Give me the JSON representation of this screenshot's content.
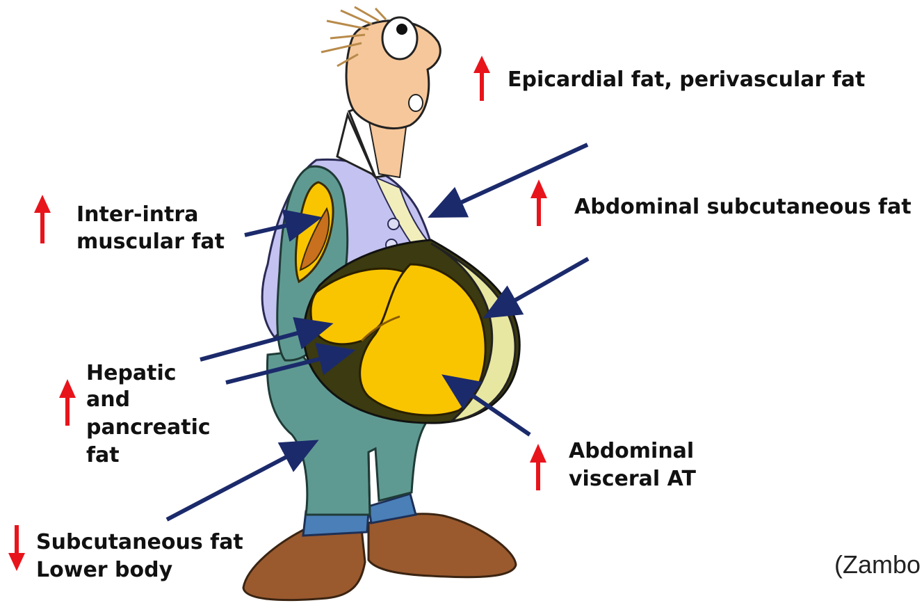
{
  "labels": {
    "epicardial": "Epicardial fat, perivascular fat",
    "abdominal_subcutaneous": "Abdominal subcutaneous fat",
    "muscular_line1": "Inter-intra",
    "muscular_line2": "muscular fat",
    "hepatic_line1": "Hepatic",
    "hepatic_line2": "and",
    "hepatic_line3": "pancreatic",
    "hepatic_line4": "fat",
    "visceral_line1": "Abdominal",
    "visceral_line2": "visceral AT",
    "lower_line1": "Subcutaneous fat",
    "lower_line2": "Lower body"
  },
  "citation": "(Zambo",
  "indicators": {
    "epicardial": "increase",
    "abdominal_subcutaneous": "increase",
    "muscular": "increase",
    "hepatic": "increase",
    "visceral": "increase",
    "lower_body": "decrease"
  },
  "colors": {
    "arrow_up_down": "#e8141b",
    "pointer_arrow": "#1b2a6b",
    "visceral_fat": "#f9c500",
    "subcutaneous_fat": "#e8e7a1",
    "trousers": "#5f9a92",
    "vest": "#c4c2f0",
    "shoes": "#9a5a2e",
    "skin": "#f6c79a"
  }
}
